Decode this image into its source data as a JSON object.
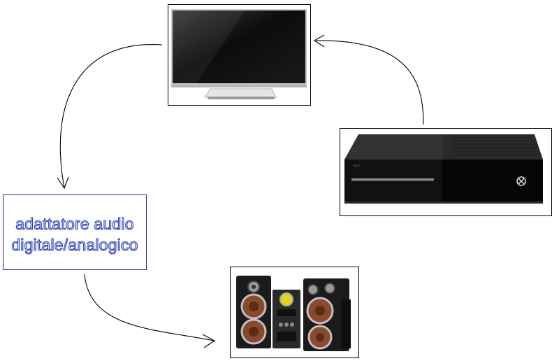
{
  "diagram": {
    "nodes": {
      "tv": {
        "icon": "television-icon"
      },
      "console": {
        "icon": "game-console-icon"
      },
      "adapter": {
        "label_line1": "adattatore audio",
        "label_line2": "digitale/analogico"
      },
      "speakers": {
        "icon": "stereo-speakers-icon"
      }
    },
    "edges": [
      {
        "from": "console",
        "to": "tv"
      },
      {
        "from": "tv",
        "to": "adapter"
      },
      {
        "from": "adapter",
        "to": "speakers"
      }
    ]
  }
}
